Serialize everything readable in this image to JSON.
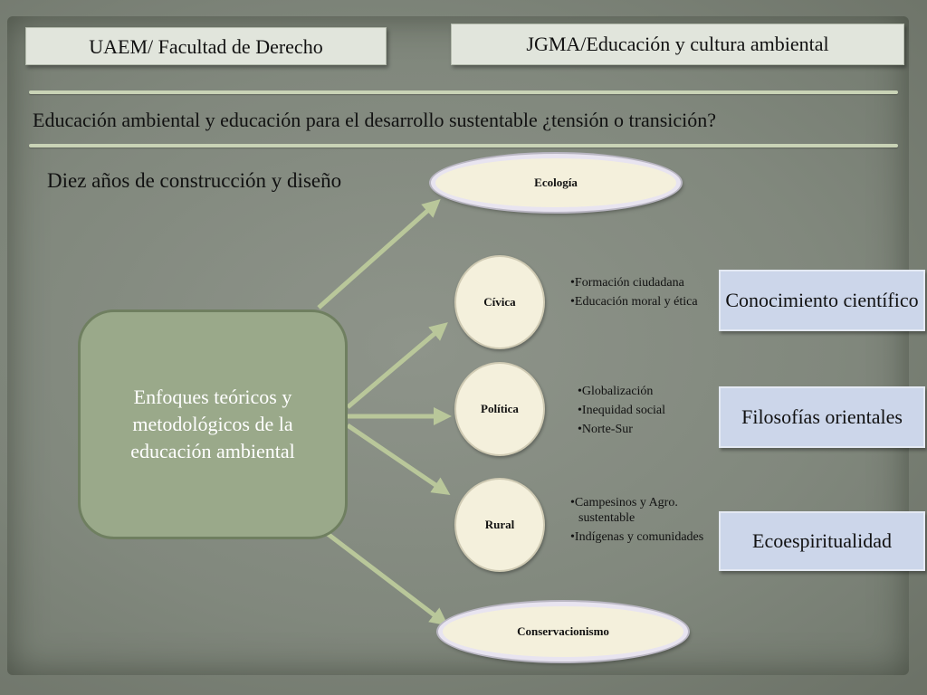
{
  "header": {
    "left_tab": "UAEM/ Facultad de Derecho",
    "right_tab": "JGMA/Educación y cultura ambiental"
  },
  "title": "Educación ambiental y educación para el desarrollo sustentable ¿tensión o transición?",
  "subtitle": "Diez años de construcción y diseño",
  "diagram": {
    "center": "Enfoques teóricos y metodológicos de la educación ambiental",
    "nodes": {
      "ecologia": "Ecología",
      "civica": "Cívica",
      "politica": "Política",
      "rural": "Rural",
      "conservacionismo": "Conservacionismo"
    },
    "bullets": {
      "civica": [
        "•Formación ciudadana",
        "•Educación moral y ética"
      ],
      "politica": [
        "•Globalización",
        "•Inequidad social",
        "•Norte-Sur"
      ],
      "rural": [
        "•Campesinos y Agro. sustentable",
        "•Indígenas y comunidades"
      ]
    },
    "right_boxes": {
      "conocimiento": "Conocimiento científico",
      "filosofias": "Filosofías orientales",
      "ecoespiritualidad": "Ecoespiritualidad"
    }
  },
  "colors": {
    "arrow": "#b9c79a",
    "center_fill": "#9aa98a",
    "right_box_fill": "#ccd6ea",
    "node_fill": "#f4f0dc"
  }
}
